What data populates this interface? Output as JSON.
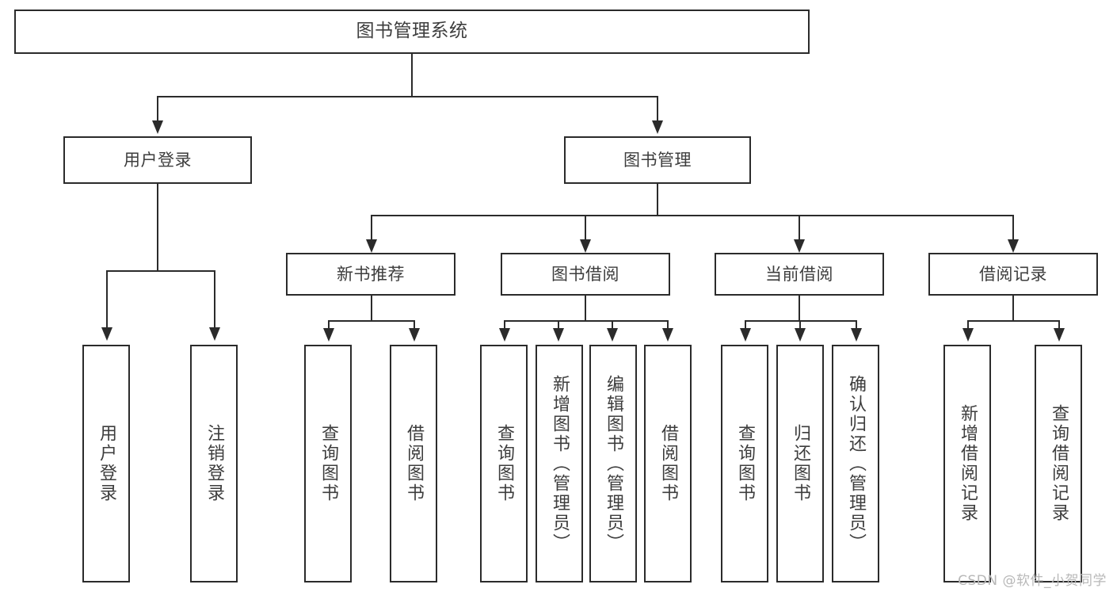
{
  "diagram": {
    "title": "图书管理系统",
    "root": {
      "label": "图书管理系统"
    },
    "level2": [
      {
        "label": "用户登录"
      },
      {
        "label": "图书管理"
      }
    ],
    "level3": [
      {
        "label": "新书推荐"
      },
      {
        "label": "图书借阅"
      },
      {
        "label": "当前借阅"
      },
      {
        "label": "借阅记录"
      }
    ],
    "leaves": {
      "user_login": [
        {
          "label": "用户登录"
        },
        {
          "label": "注销登录"
        }
      ],
      "new_book_recommend": [
        {
          "label": "查询图书"
        },
        {
          "label": "借阅图书"
        }
      ],
      "book_borrow": [
        {
          "label": "查询图书"
        },
        {
          "label": "新增图书（管理员）"
        },
        {
          "label": "编辑图书（管理员）"
        },
        {
          "label": "借阅图书"
        }
      ],
      "current_borrow": [
        {
          "label": "查询图书"
        },
        {
          "label": "归还图书"
        },
        {
          "label": "确认归还（管理员）"
        }
      ],
      "borrow_record": [
        {
          "label": "新增借阅记录"
        },
        {
          "label": "查询借阅记录"
        }
      ]
    }
  },
  "watermark": {
    "text": "CSDN @软件_小贺同学"
  },
  "colors": {
    "stroke": "#2b2b2b",
    "text": "#3d3d3d",
    "background": "#ffffff",
    "watermark": "#b8b8b8"
  }
}
